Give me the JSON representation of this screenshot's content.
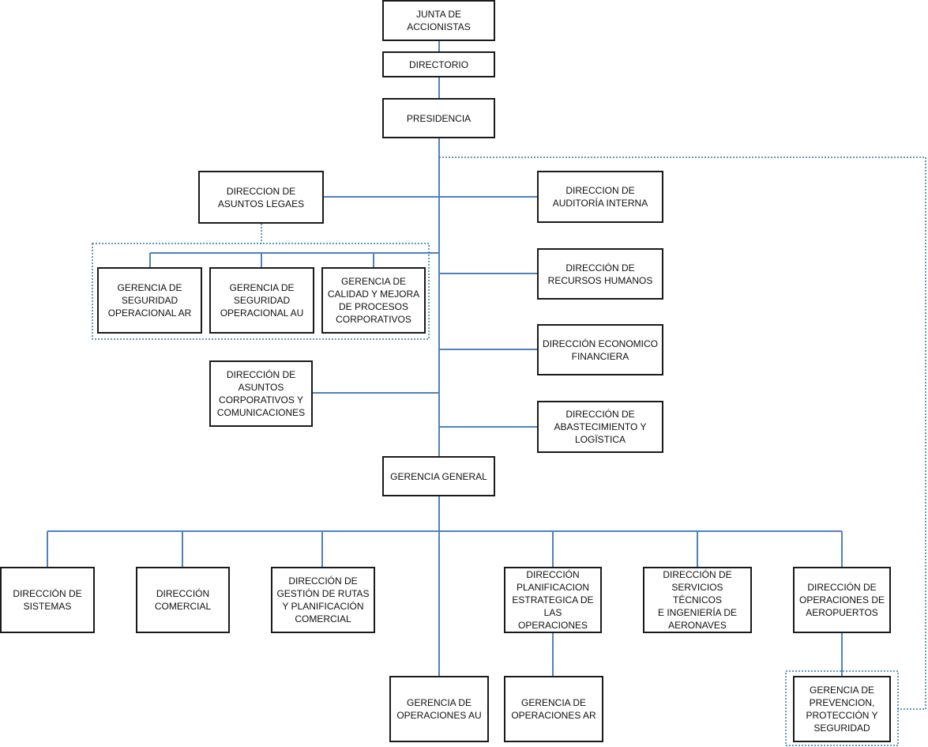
{
  "colors": {
    "connector": "#4f81bd",
    "dotted": "#2e75b6",
    "box_border": "#1a1a1a"
  },
  "boxes": {
    "junta": "JUNTA DE\nACCIONISTAS",
    "directorio": "DIRECTORIO",
    "presidencia": "PRESIDENCIA",
    "asuntos_legales": "DIRECCION DE\nASUNTOS LEGAES",
    "auditoria": "DIRECCION DE\nAUDITORÍA INTERNA",
    "seg_ar": "GERENCIA DE\nSEGURIDAD\nOPERACIONAL AR",
    "seg_au": "GERENCIA DE\nSEGURIDAD\nOPERACIONAL AU",
    "calidad": "GERENCIA DE\nCALIDAD Y MEJORA\nDE PROCESOS\nCORPORATIVOS",
    "rrhh": "DIRECCIÓN DE\nRECURSOS HUMANOS",
    "economico": "DIRECCIÓN ECONOMICO\nFINANCIERA",
    "corporativos": "DIRECCIÓN DE\nASUNTOS\nCORPORATIVOS Y\nCOMUNICACIONES",
    "abastecimiento": "DIRECCIÓN DE\nABASTECIMIENTO Y\nLOGÏSTICA",
    "gerencia_general": "GERENCIA GENERAL",
    "sistemas": "DIRECCIÓN DE\nSISTEMAS",
    "comercial": "DIRECCIÓN\nCOMERCIAL",
    "rutas": "DIRECCIÓN DE\nGESTIÓN DE RUTAS\nY PLANIFICACIÓN\nCOMERCIAL",
    "planificacion": "DIRECCIÓN\nPLANIFICACION\nESTRATEGICA DE\nLAS OPERACIONES",
    "servicios_tecnicos": "DIRECCIÓN DE\nSERVICIOS TÉCNICOS\nE INGENIERÍA DE\nAERONAVES",
    "aeropuertos": "DIRECCIÓN DE\nOPERACIONES DE\nAEROPUERTOS",
    "ops_au": "GERENCIA DE\nOPERACIONES AU",
    "ops_ar": "GERENCIA DE\nOPERACIONES AR",
    "prevencion": "GERENCIA DE\nPREVENCION,\nPROTECCIÓN Y\nSEGURIDAD"
  }
}
